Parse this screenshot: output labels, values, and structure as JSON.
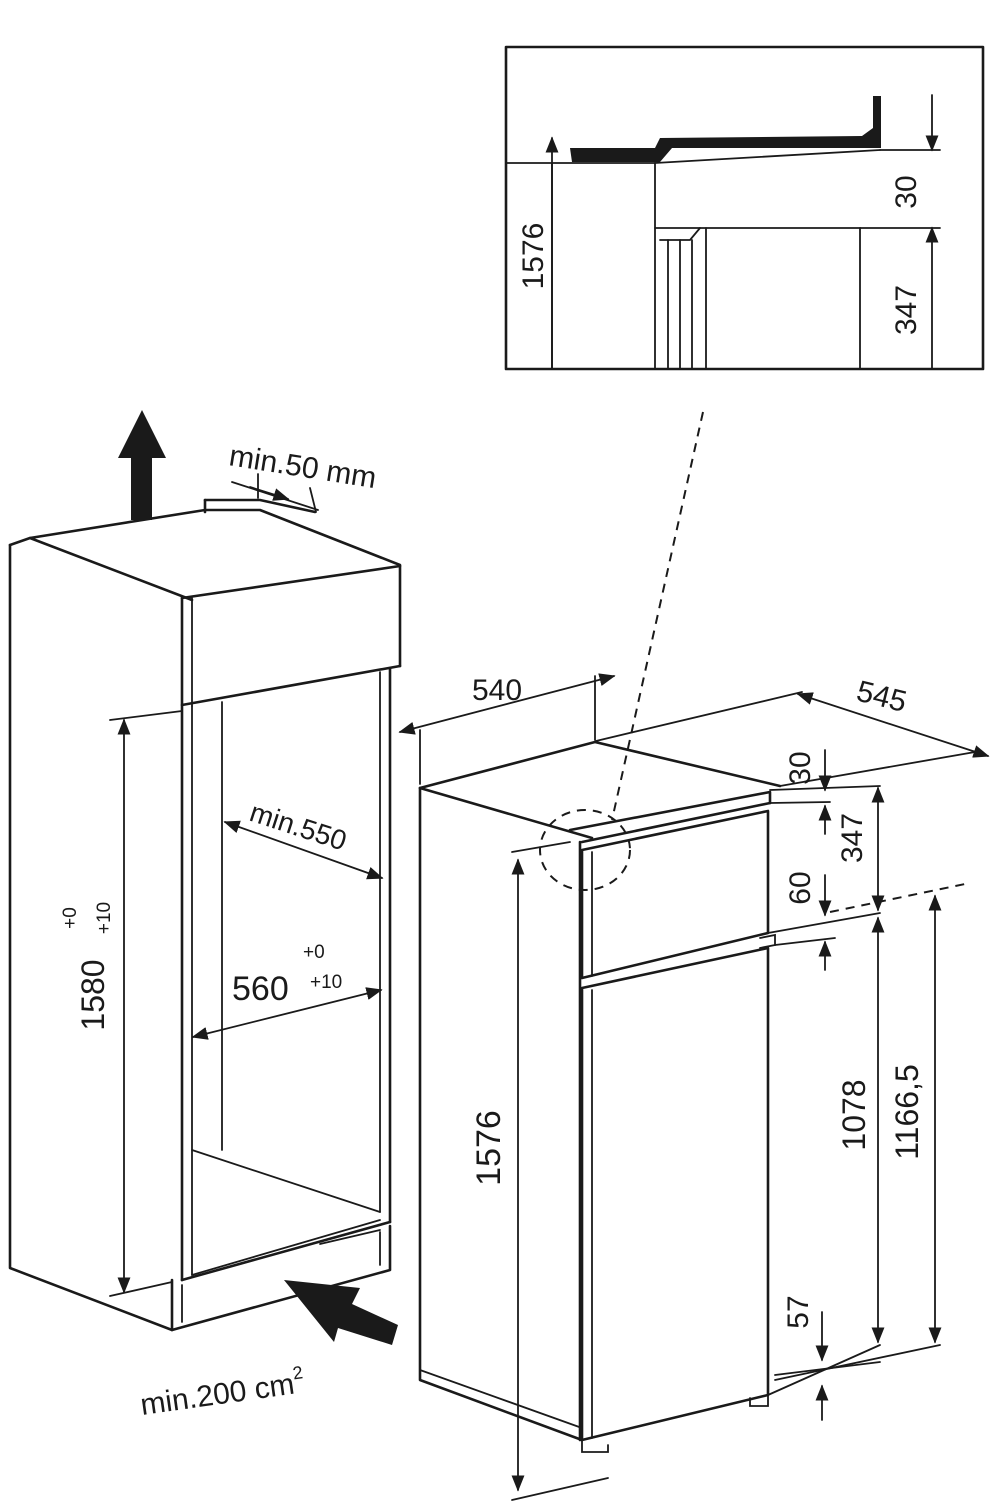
{
  "colors": {
    "line": "#1a1a1a",
    "background": "#ffffff"
  },
  "labels": {
    "vent_top": "min.50 mm",
    "vent_bottom_main": "min.200 cm",
    "vent_bottom_sup": "2",
    "niche_depth": "min.550",
    "niche_width": "560",
    "niche_width_tol_upper": "+0",
    "niche_width_tol_lower": "+10",
    "niche_height": "1580",
    "niche_height_tol_upper": "+0",
    "niche_height_tol_lower": "+10",
    "appliance_width": "540",
    "appliance_depth": "545",
    "appliance_height": "1576",
    "freezer_top_gap": "30",
    "freezer_door_height": "347",
    "door_gap": "60",
    "fridge_door_height": "1078",
    "fridge_door_to_top": "1166,5",
    "bottom_gap": "57",
    "detail_height": "1576",
    "detail_top_gap": "30",
    "detail_freezer_height": "347"
  }
}
